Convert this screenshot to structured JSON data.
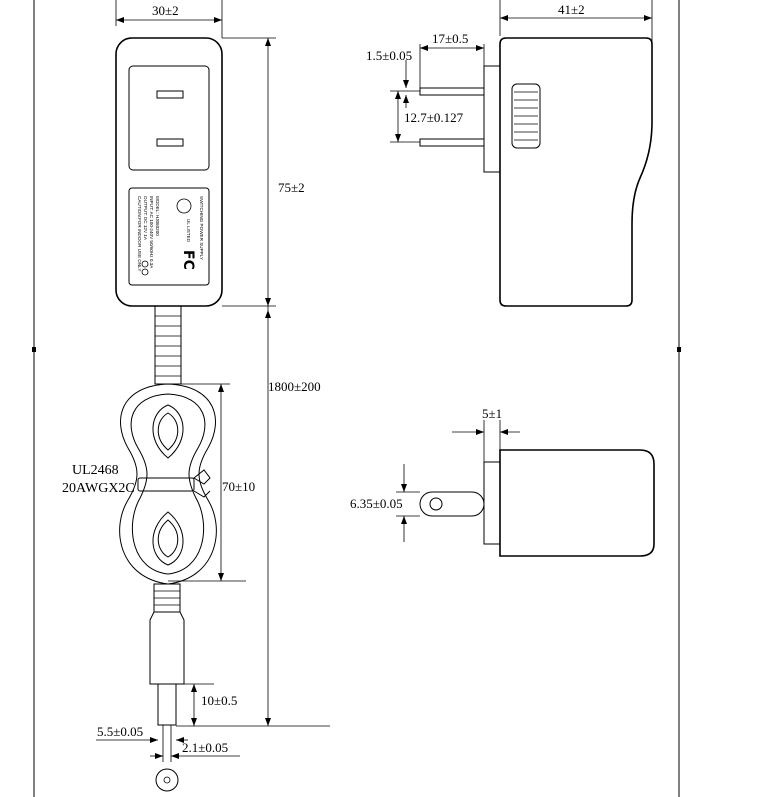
{
  "dimensions": {
    "width_front": "30±2",
    "height_body": "75±2",
    "cable_length": "1800±200",
    "coil_height": "70±10",
    "plug_tip_length": "10±0.5",
    "plug_outer_dia": "5.5±0.05",
    "plug_inner_dia": "2.1±0.05",
    "width_side": "41±2",
    "blade_length": "17±0.5",
    "blade_thickness": "1.5±0.05",
    "blade_spacing": "12.7±0.127",
    "blade_width": "5±1",
    "blade_height": "6.35±0.05"
  },
  "cable_label": {
    "line1": "UL2468",
    "line2": "20AWGX2C"
  },
  "product_label": {
    "line1": "SWITCHING POWER SUPPLY",
    "line2": "MODEL: HJ060200",
    "line3": "INPUT: AC 100-240V 50/60Hz 0.3A",
    "line4": "OUTPUT: DC 12V 1A",
    "line5": "CAUTION:FOR INDOOR USE ONLY",
    "ul_mark": "UL LISTED",
    "fcc_mark": "FC"
  }
}
